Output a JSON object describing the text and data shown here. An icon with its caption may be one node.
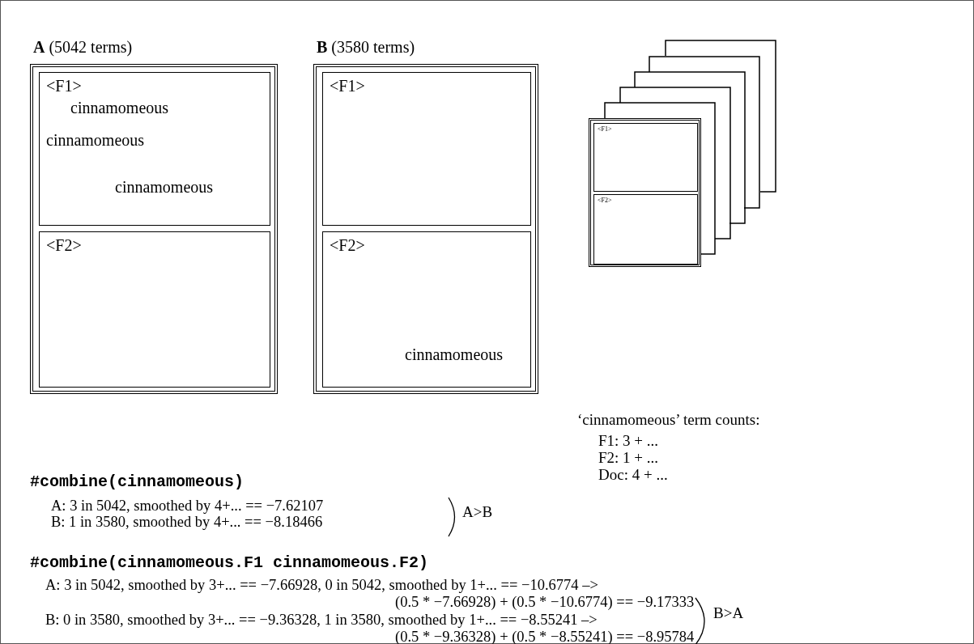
{
  "diagram": {
    "nodes": [
      {
        "text": [
          "**A** (5042 terms)"
        ]
      },
      {
        "text": [
          "<F1>",
          "cinnamomeous",
          "cinnamomeous",
          "cinnamomeous"
        ],
        "in": 0
      },
      {
        "text": [
          "<F2>"
        ],
        "in": 0
      },
      {
        "text": [
          "**B** (3580 terms)"
        ]
      },
      {
        "text": [
          "<F1>"
        ],
        "in": 3
      },
      {
        "text": [
          "<F2>",
          "cinnamomeous"
        ],
        "in": 3
      },
      {
        "text": [],
        "shape": "box"
      },
      {
        "text": [
          "<F1>"
        ],
        "in": 6
      },
      {
        "text": [
          "<F2>"
        ],
        "in": 6
      },
      {
        "text": [],
        "shape": "box"
      },
      {
        "text": [],
        "shape": "box"
      },
      {
        "text": [],
        "shape": "box"
      },
      {
        "text": [],
        "shape": "box"
      },
      {
        "text": [],
        "shape": "box"
      }
    ],
    "edges": [],
    "labels": [
      "‘cinnamomeous’ term counts:",
      "F1: 3 + ...",
      "F2: 1 + ...",
      "Doc: 4 + ...",
      "#combine(cinnamomeous)",
      "A: 3 in 5042, smoothed by 4+... == −7.62107",
      "B: 1 in 3580, smoothed by 4+... == −8.18466",
      "A>B",
      "#combine(cinnamomeous.F1 cinnamomeous.F2)",
      "A: 3 in 5042, smoothed by 3+... == −7.66928, 0 in 5042, smoothed by 1+... == −10.6774 –>",
      "(0.5 * −7.66928) + (0.5 * −10.6774) == −9.17333",
      "B: 0 in 3580, smoothed by 3+... == −9.36328, 1 in 3580, smoothed by 1+... == −8.55241 –>",
      "(0.5 * −9.36328) + (0.5 * −8.55241) == −8.95784",
      "B>A"
    ]
  }
}
